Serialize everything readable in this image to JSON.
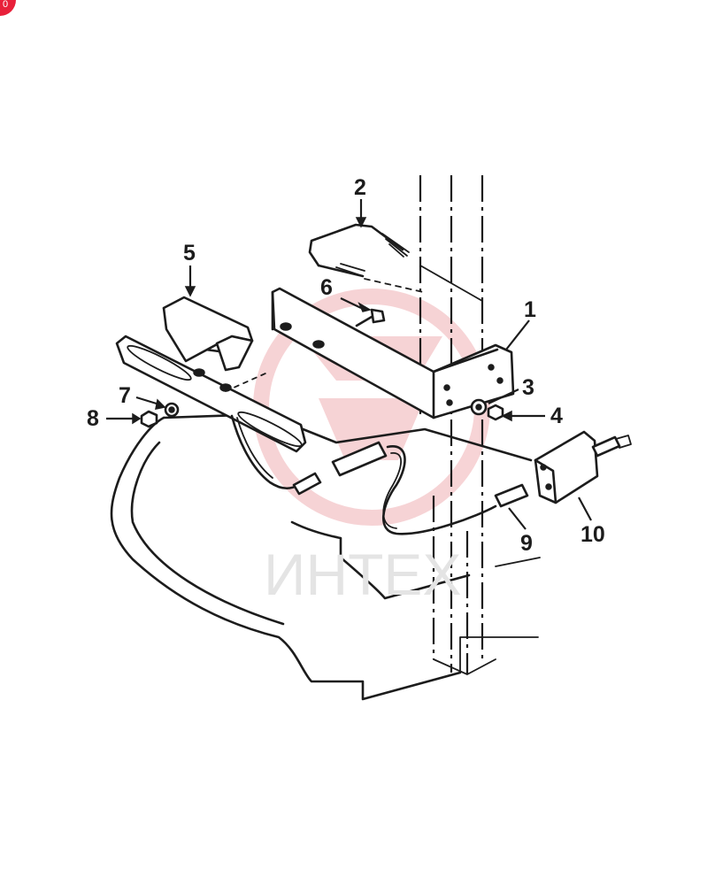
{
  "callouts": [
    "1",
    "2",
    "3",
    "4",
    "5",
    "6",
    "7",
    "8",
    "9",
    "10"
  ],
  "watermark": {
    "text": "ИНТЕХ",
    "color": "#f0b0b4"
  },
  "corner_badge": {
    "text": "0",
    "color": "#e8203a"
  },
  "colors": {
    "line": "#1c1c1c",
    "background": "#ffffff"
  }
}
